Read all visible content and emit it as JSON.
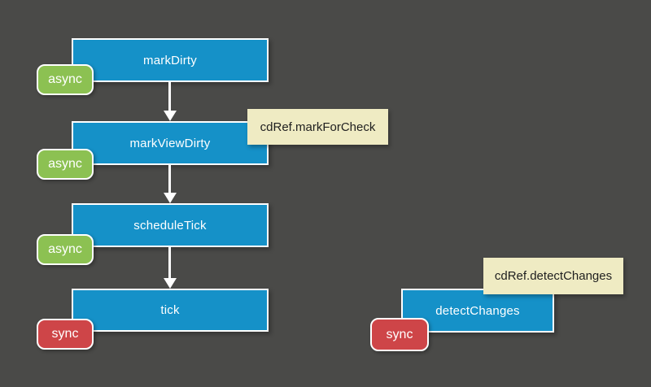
{
  "colors": {
    "background": "#4A4A48",
    "node_blue": "#1591C8",
    "badge_async_green": "#8CC152",
    "badge_sync_red": "#CE4548",
    "note_cream": "#EFEBC3",
    "border_white": "#FFFFFF",
    "node_text": "#FFFFFF",
    "note_text": "#1F1F1F"
  },
  "nodes": {
    "markDirty": "markDirty",
    "markViewDirty": "markViewDirty",
    "scheduleTick": "scheduleTick",
    "tick": "tick",
    "detectChanges": "detectChanges"
  },
  "badges": {
    "markDirty": "async",
    "markViewDirty": "async",
    "scheduleTick": "async",
    "tick": "sync",
    "detectChanges": "sync"
  },
  "notes": {
    "markForCheck": "cdRef.markForCheck",
    "detectChanges": "cdRef.detectChanges"
  }
}
